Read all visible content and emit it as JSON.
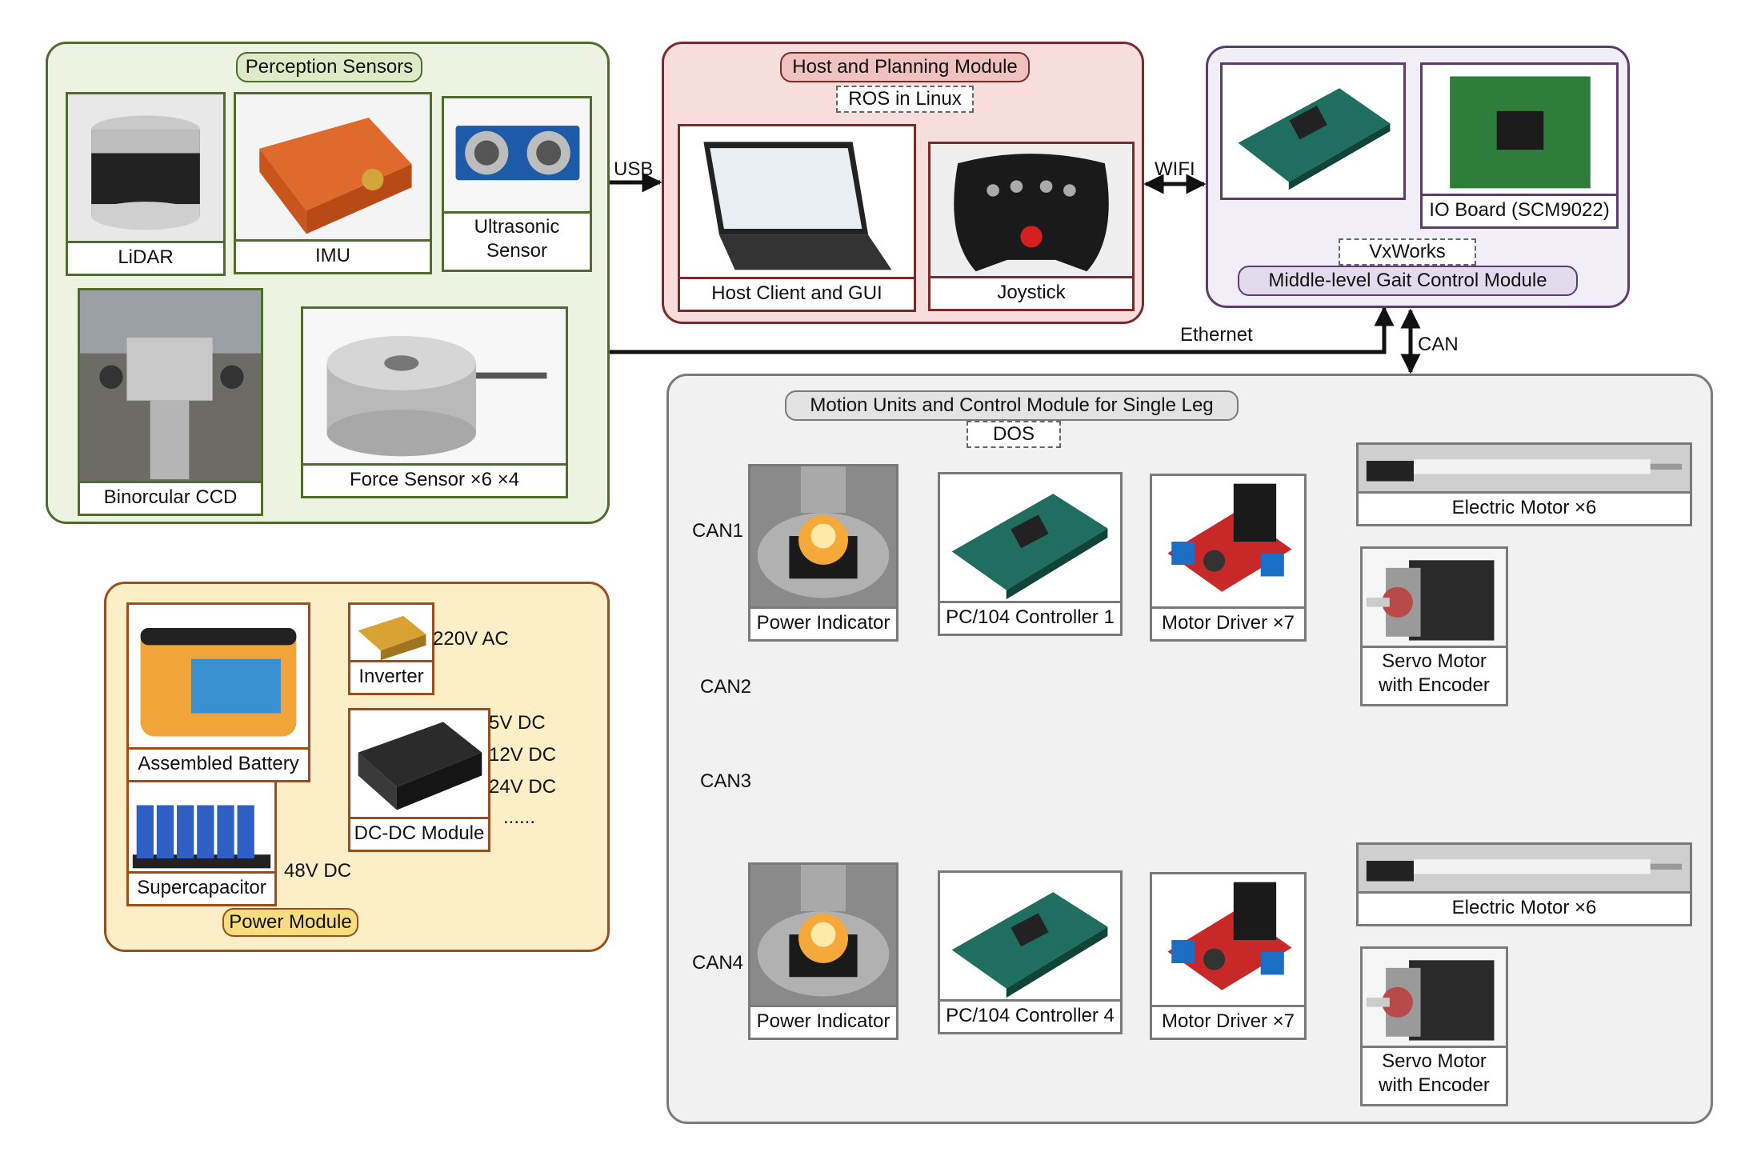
{
  "perception": {
    "title": "Perception Sensors",
    "lidar": "LiDAR",
    "imu": "IMU",
    "ultrasonic": "Ultrasonic Sensor",
    "ccd": "Binorcular CCD",
    "force": "Force Sensor ×6 ×4"
  },
  "host": {
    "title": "Host and Planning Module",
    "os": "ROS in Linux",
    "client": "Host Client and GUI",
    "joystick": "Joystick"
  },
  "gait": {
    "io_board": "IO Board (SCM9022)",
    "os": "VxWorks",
    "title": "Middle-level Gait Control Module"
  },
  "links": {
    "usb": "USB",
    "wifi": "WIFI",
    "ethernet": "Ethernet",
    "can": "CAN"
  },
  "power": {
    "title": "Power Module",
    "battery": "Assembled Battery",
    "inverter": "Inverter",
    "supercap": "Supercapacitor",
    "dcdc": "DC-DC Module",
    "ac220": "220V AC",
    "dc5": "5V DC",
    "dc12": "12V DC",
    "dc24": "24V DC",
    "more": "......",
    "dc48": "48V DC"
  },
  "motion": {
    "title": "Motion Units and Control Module for Single Leg",
    "os": "DOS",
    "can1": "CAN1",
    "can2": "CAN2",
    "can3": "CAN3",
    "can4": "CAN4",
    "row1": {
      "indicator": "Power Indicator",
      "controller": "PC/104 Controller 1",
      "driver": "Motor Driver ×7",
      "motor": "Electric Motor ×6",
      "servo": "Servo Motor with Encoder"
    },
    "row2": {
      "indicator": "Power Indicator",
      "controller": "PC/104 Controller 4",
      "driver": "Motor Driver ×7",
      "motor": "Electric Motor ×6",
      "servo": "Servo Motor with Encoder"
    }
  },
  "colors": {
    "perception_bg": "#ecf3e0",
    "host_bg": "#f7dedc",
    "gait_bg": "#f1eef7",
    "motion_bg": "#f1f1f1",
    "power_bg": "#fcefc8",
    "power_arrow": "#b5561a"
  }
}
